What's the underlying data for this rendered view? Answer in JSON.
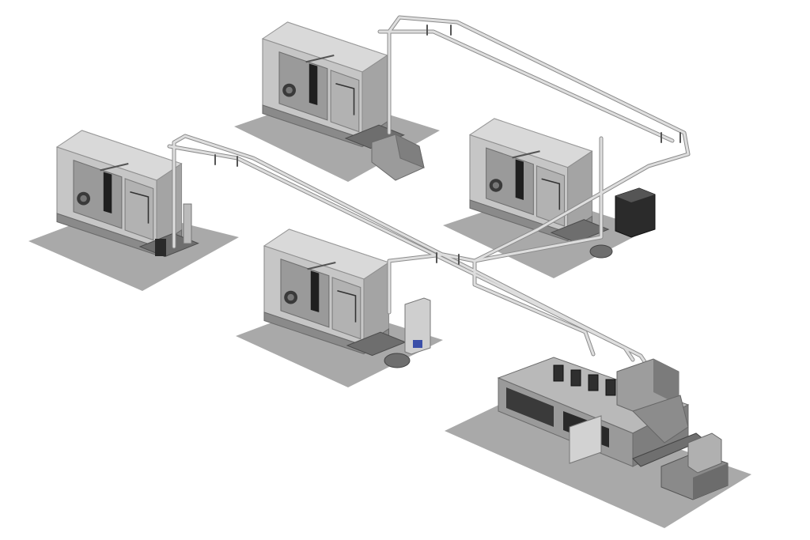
{
  "scene": {
    "description_visible_text": "",
    "colors": {
      "background": "#ffffff",
      "floor": "#a9a9a9",
      "machine_light": "#cfcfcf",
      "machine_mid": "#a6a6a6",
      "machine_dark": "#7a7a7a",
      "machine_black": "#2a2a2a",
      "pipe": "#d8d8d8",
      "pipe_outline": "#8c8c8c",
      "accent_blue": "#3b4fa8"
    },
    "items": [
      {
        "id": "lathe-a",
        "kind": "cnc-lathe"
      },
      {
        "id": "lathe-b",
        "kind": "cnc-lathe"
      },
      {
        "id": "lathe-c",
        "kind": "cnc-lathe"
      },
      {
        "id": "lathe-d",
        "kind": "cnc-lathe"
      },
      {
        "id": "filtration-unit",
        "kind": "central-filtration-system"
      },
      {
        "id": "pipework",
        "kind": "overhead-coolant-piping"
      }
    ]
  }
}
